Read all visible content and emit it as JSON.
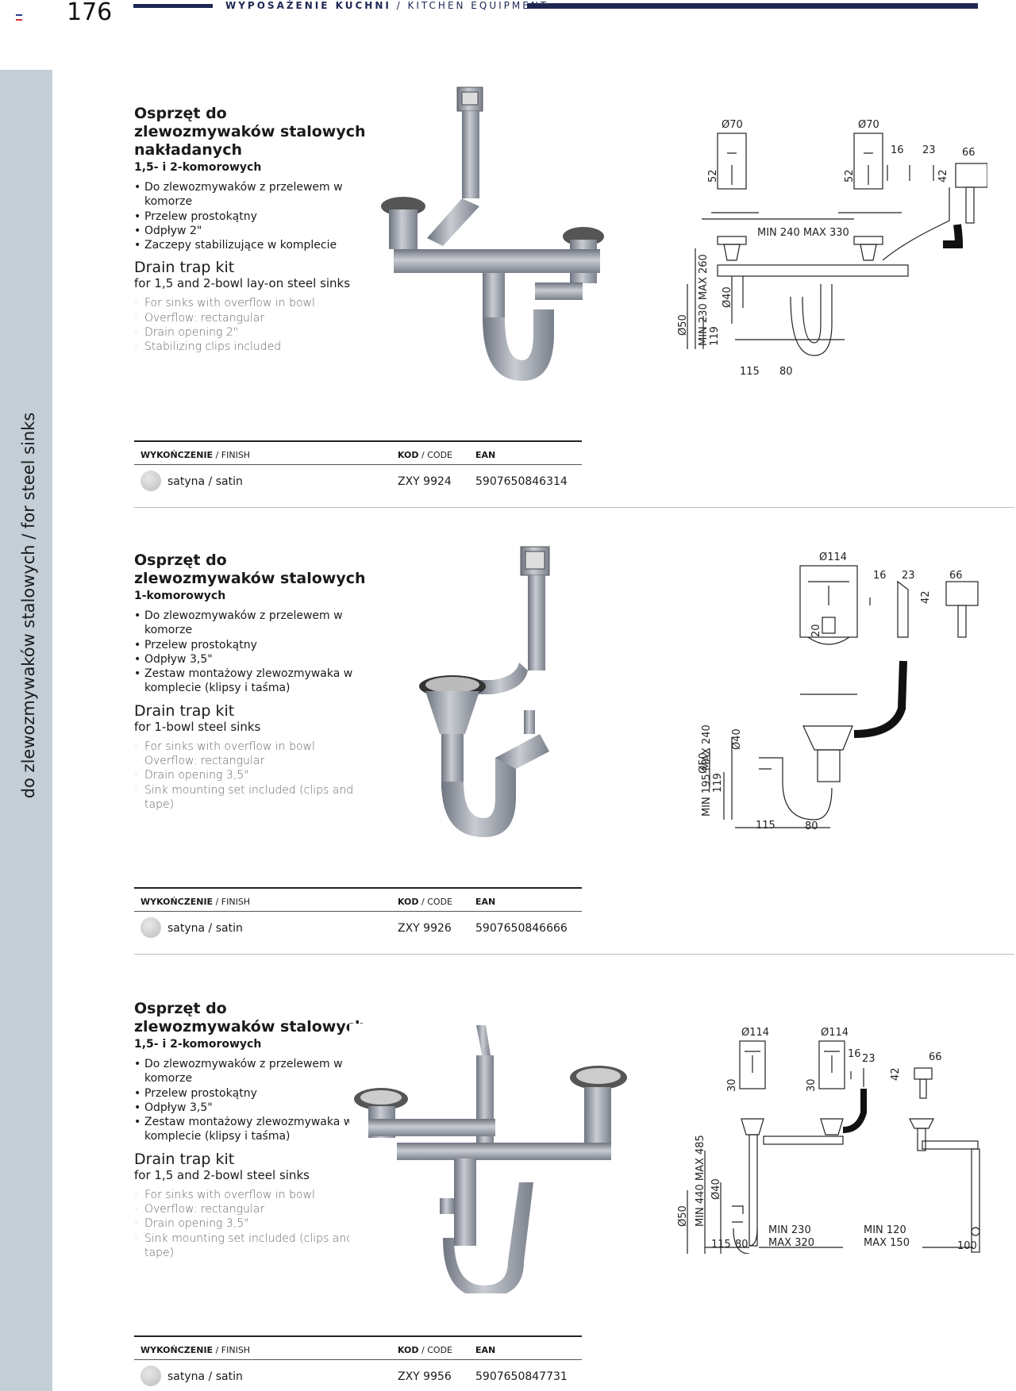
{
  "header": {
    "page_number": "176",
    "section_pl": "WYPOSAŻENIE KUCHNI",
    "section_sep": " / ",
    "section_en": "KITCHEN EQUIPMENT",
    "accent_color": "#1e2752"
  },
  "sidebar": {
    "label": "do zlewozmywaków stalowych / for steel sinks",
    "color": "#c3ced7"
  },
  "table_headers": {
    "finish_pl": "WYKOŃCZENIE",
    "finish_en": "FINISH",
    "code_pl": "KOD",
    "code_en": "CODE",
    "ean": "EAN",
    "sep": "/"
  },
  "products": [
    {
      "title_pl": "Osprzęt do zlewozmywaków stalowych nakładanych",
      "subtitle_pl": "1,5- i 2-komorowych",
      "bullets_pl": [
        "Do zlewozmywaków z przelewem w komorze",
        "Przelew prostokątny",
        "Odpływ 2\"",
        "Zaczepy stabilizujące w komplecie"
      ],
      "title_en": "Drain trap kit",
      "subtitle_en": "for 1,5 and 2-bowl lay-on steel sinks",
      "bullets_en": [
        "For sinks with overflow in bowl",
        "Overflow: rectangular",
        "Drain opening 2\"",
        "Stabilizing clips included"
      ],
      "finish": "satyna / satin",
      "code": "ZXY 9924",
      "ean": "5907650846314",
      "diagram_labels": [
        "Ø70",
        "Ø70",
        "16",
        "23",
        "66",
        "52",
        "52",
        "42",
        "MIN 240 MAX 330",
        "Ø50",
        "MIN 230 MAX 260",
        "119",
        "Ø40",
        "115",
        "80"
      ]
    },
    {
      "title_pl": "Osprzęt do zlewozmywaków stalowych",
      "subtitle_pl": "1-komorowych",
      "bullets_pl": [
        "Do zlewozmywaków z przelewem w komorze",
        "Przelew prostokątny",
        "Odpływ 3,5\"",
        "Zestaw montażowy zlewozmywaka w komplecie (klipsy i taśma)"
      ],
      "title_en": "Drain trap kit",
      "subtitle_en": "for 1-bowl steel sinks",
      "bullets_en": [
        "For sinks with overflow in bowl",
        "Overflow: rectangular",
        "Drain opening 3,5\"",
        "Sink mounting set included (clips and tape)"
      ],
      "finish": "satyna / satin",
      "code": "ZXY 9926",
      "ean": "5907650846666",
      "diagram_labels": [
        "Ø114",
        "16",
        "23",
        "66",
        "42",
        "20",
        "Ø50",
        "MIN 195 MAX 240",
        "119",
        "Ø40",
        "115",
        "80"
      ]
    },
    {
      "title_pl": "Osprzęt do zlewozmywaków stalowych",
      "subtitle_pl": "1,5- i 2-komorowych",
      "bullets_pl": [
        "Do zlewozmywaków z przelewem w komorze",
        "Przelew prostokątny",
        "Odpływ 3,5\"",
        "Zestaw montażowy zlewozmywaka w komplecie (klipsy i taśma)"
      ],
      "title_en": "Drain trap kit",
      "subtitle_en": "for 1,5 and 2-bowl steel sinks",
      "bullets_en": [
        "For sinks with overflow in bowl",
        "Overflow: rectangular",
        "Drain opening 3,5\"",
        "Sink mounting set included (clips and tape)"
      ],
      "finish": "satyna / satin",
      "code": "ZXY 9956",
      "ean": "5907650847731",
      "diagram_labels": [
        "Ø114",
        "Ø114",
        "16",
        "23",
        "66",
        "30",
        "30",
        "42",
        "Ø50",
        "MIN 440 MAX 485",
        "Ø40",
        "MIN 230",
        "MAX 320",
        "MIN 120",
        "MAX 150",
        "115",
        "80",
        "100"
      ]
    }
  ]
}
